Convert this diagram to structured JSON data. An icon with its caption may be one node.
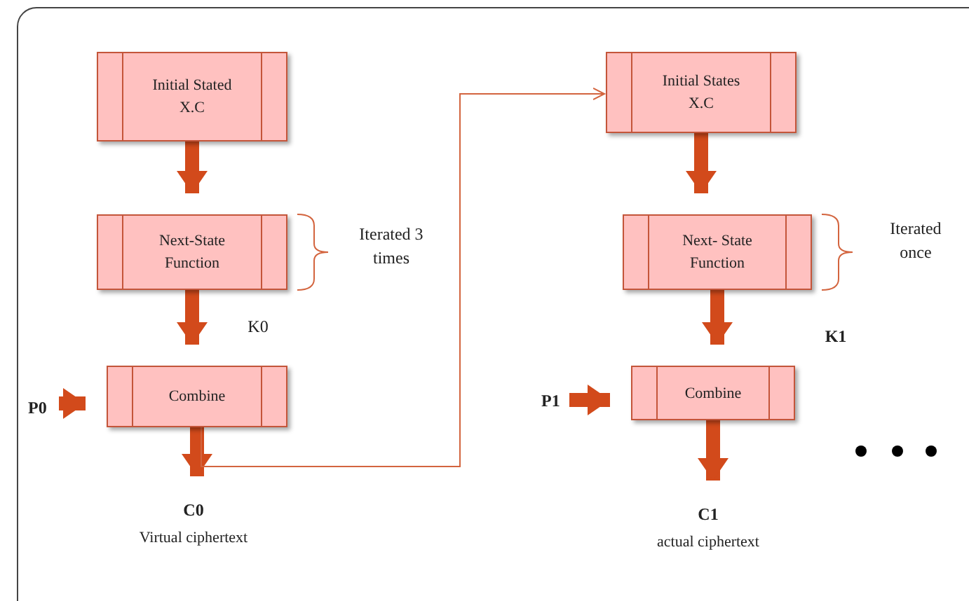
{
  "diagram": {
    "nodes": [
      {
        "text": [
          "Initial Stated X.C"
        ]
      },
      {
        "text": [
          "Next-State Function"
        ]
      },
      {
        "text": [
          "Combine"
        ]
      },
      {
        "text": [
          "P0"
        ]
      },
      {
        "text": [
          "C0",
          "Virtual ciphertext"
        ]
      },
      {
        "text": [
          "Initial States X.C"
        ]
      },
      {
        "text": [
          "Next- State Function"
        ]
      },
      {
        "text": [
          "Combine"
        ]
      },
      {
        "text": [
          "P1"
        ]
      },
      {
        "text": [
          "C1",
          "actual ciphertext"
        ]
      }
    ],
    "edges": [
      {
        "from": 0,
        "to": 1,
        "arrow": "to"
      },
      {
        "from": 1,
        "to": 2,
        "arrow": "to"
      },
      {
        "from": 3,
        "to": 2,
        "arrow": "to"
      },
      {
        "from": 2,
        "to": 4,
        "arrow": "to"
      },
      {
        "from": 2,
        "to": 5,
        "arrow": "to",
        "color": "#d3643e"
      },
      {
        "from": 5,
        "to": 6,
        "arrow": "to"
      },
      {
        "from": 6,
        "to": 7,
        "arrow": "to"
      },
      {
        "from": 8,
        "to": 7,
        "arrow": "to"
      },
      {
        "from": 7,
        "to": 9,
        "arrow": "to"
      }
    ],
    "labels": [
      "Iterated 3 times",
      "K0",
      "Iterated once",
      "K1"
    ]
  }
}
